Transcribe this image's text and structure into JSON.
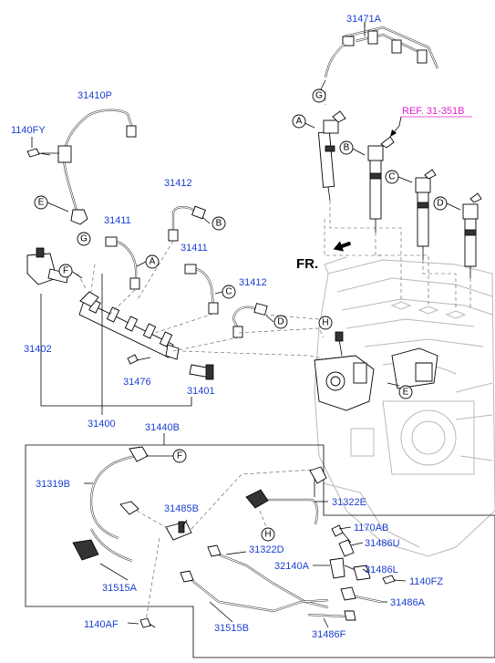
{
  "labels": {
    "p31471A": "31471A",
    "p31410P": "31410P",
    "p1140FY": "1140FY",
    "p31412a": "31412",
    "p31411a": "31411",
    "p31411b": "31411",
    "p31412b": "31412",
    "p31402": "31402",
    "p31476": "31476",
    "p31401": "31401",
    "p31400": "31400",
    "p31440B": "31440B",
    "p31319B": "31319B",
    "p31485B": "31485B",
    "p31322E": "31322E",
    "p1170AB": "1170AB",
    "p31486U": "31486U",
    "p31322D": "31322D",
    "p32140A": "32140A",
    "p31486L": "31486L",
    "p1140FZ": "1140FZ",
    "p31515A": "31515A",
    "p31486A": "31486A",
    "p1140AF": "1140AF",
    "p31515B": "31515B",
    "p31486F": "31486F"
  },
  "ref_label": "REF. 31-351B",
  "front_label": "FR.",
  "callouts": {
    "G_top": "G",
    "A_inj": "A",
    "B_inj": "B",
    "C_inj": "C",
    "D_inj": "D",
    "E_left": "E",
    "G_left": "G",
    "B_pipe": "B",
    "A_pipe": "A",
    "F_rail": "F",
    "C_pipe": "C",
    "D_pipe": "D",
    "H_eng": "H",
    "E_eng": "E",
    "F_hose": "F",
    "H_hose": "H"
  }
}
